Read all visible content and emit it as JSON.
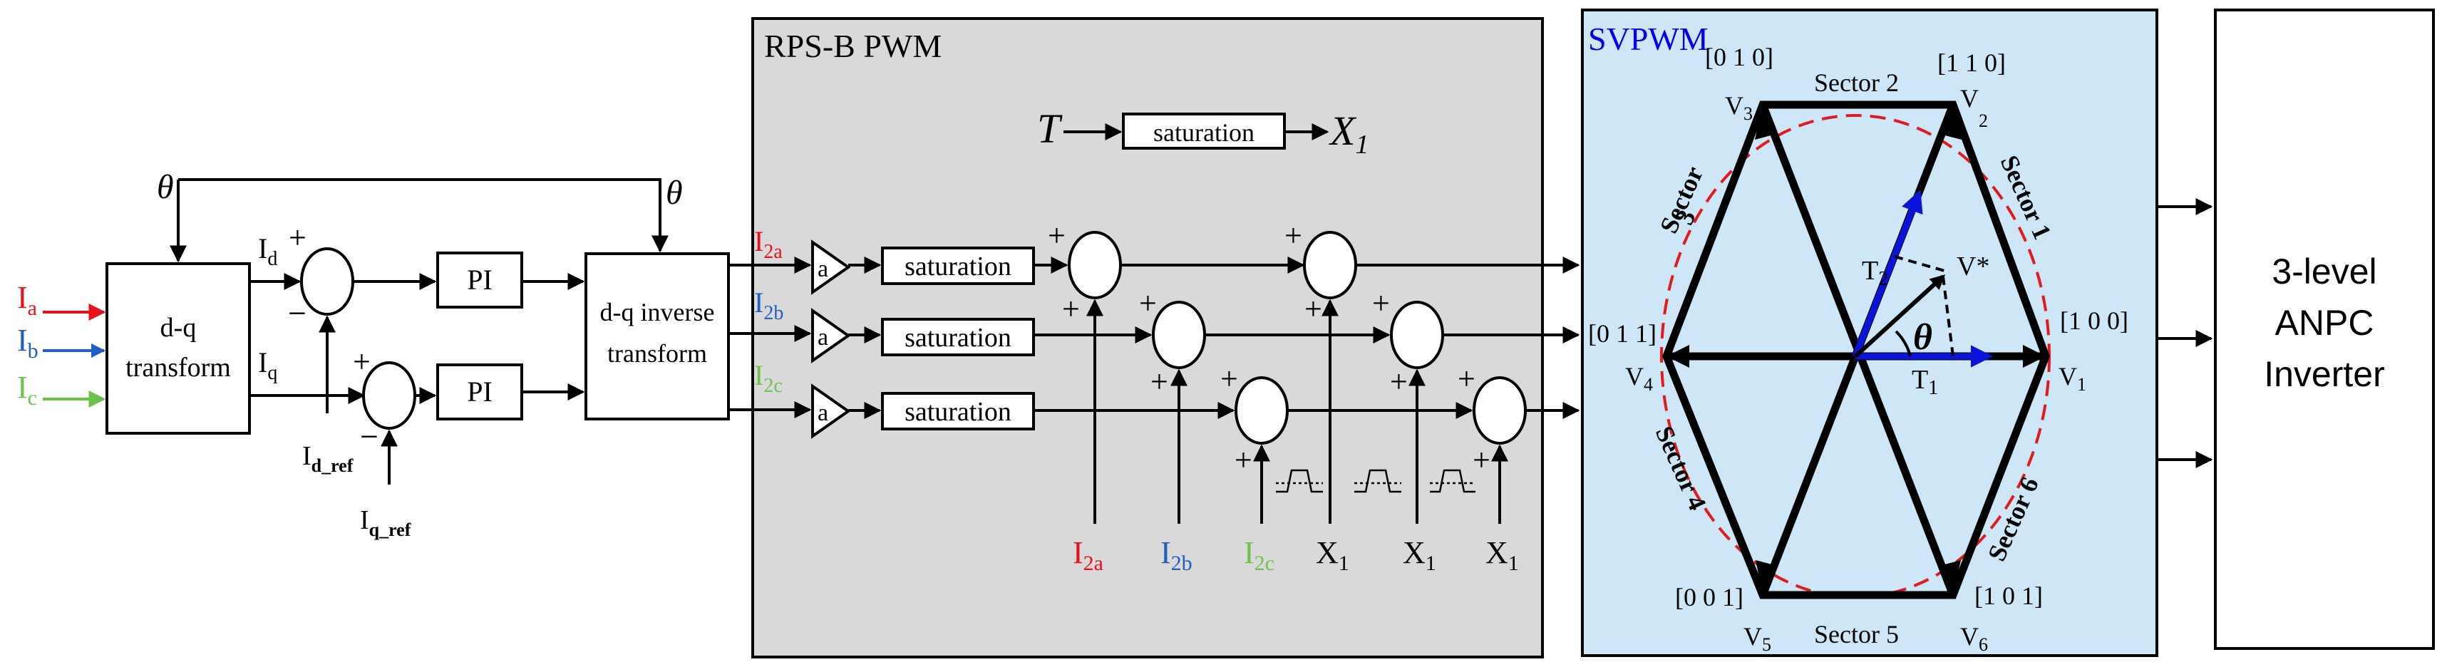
{
  "inputs": {
    "ia": "I",
    "ia_sub": "a",
    "ib": "I",
    "ib_sub": "b",
    "ic": "I",
    "ic_sub": "c"
  },
  "colors": {
    "red": "#e8101a",
    "blue": "#1f5fc4",
    "green": "#6cc24a",
    "rps_panel": "#d9d9d9",
    "svpwm_panel": "#cde6f8",
    "svpwm_title": "#0000ee",
    "vector_blue": "#0a14d8",
    "circle_dash": "#e31a1c"
  },
  "dq": {
    "label_line1": "d-q",
    "label_line2": "transform",
    "theta": "θ",
    "id": "I",
    "id_sub": "d",
    "iq": "I",
    "iq_sub": "q",
    "id_ref": "I",
    "id_ref_sub": "d_ref",
    "iq_ref": "I",
    "iq_ref_sub": "q_ref",
    "plus": "+",
    "minus": "−"
  },
  "pi": {
    "label": "PI"
  },
  "inverse": {
    "line1": "d-q inverse",
    "line2": "transform",
    "theta": "θ"
  },
  "rps": {
    "title": "RPS-B PWM",
    "t_label": "T",
    "sat_label": "saturation",
    "x1": "X",
    "x1_sub": "1",
    "gain": "a",
    "i2a": "I",
    "i2a_sub": "2a",
    "i2b": "I",
    "i2b_sub": "2b",
    "i2c": "I",
    "i2c_sub": "2c"
  },
  "svpwm": {
    "title": "SVPWM",
    "v010": "[0 1 0]",
    "v110": "[1 1 0]",
    "v100": "[1 0 0]",
    "v011": "[0 1 1]",
    "v001": "[0 0 1]",
    "v101": "[1 0 1]",
    "V": "V",
    "s1": "1",
    "s2": "2",
    "s3": "3",
    "s4": "4",
    "s5": "5",
    "s6": "6",
    "sector1": "Sector 1",
    "sector2": "Sector 2",
    "sector3": "Sector",
    "sector4": "Sector 4",
    "sector5": "Sector 5",
    "sector6": "Sector 6",
    "t1": "T",
    "t2": "T",
    "vstar": "V*",
    "theta": "θ"
  },
  "inverter": {
    "line1": "3-level",
    "line2": "ANPC",
    "line3": "Inverter"
  }
}
